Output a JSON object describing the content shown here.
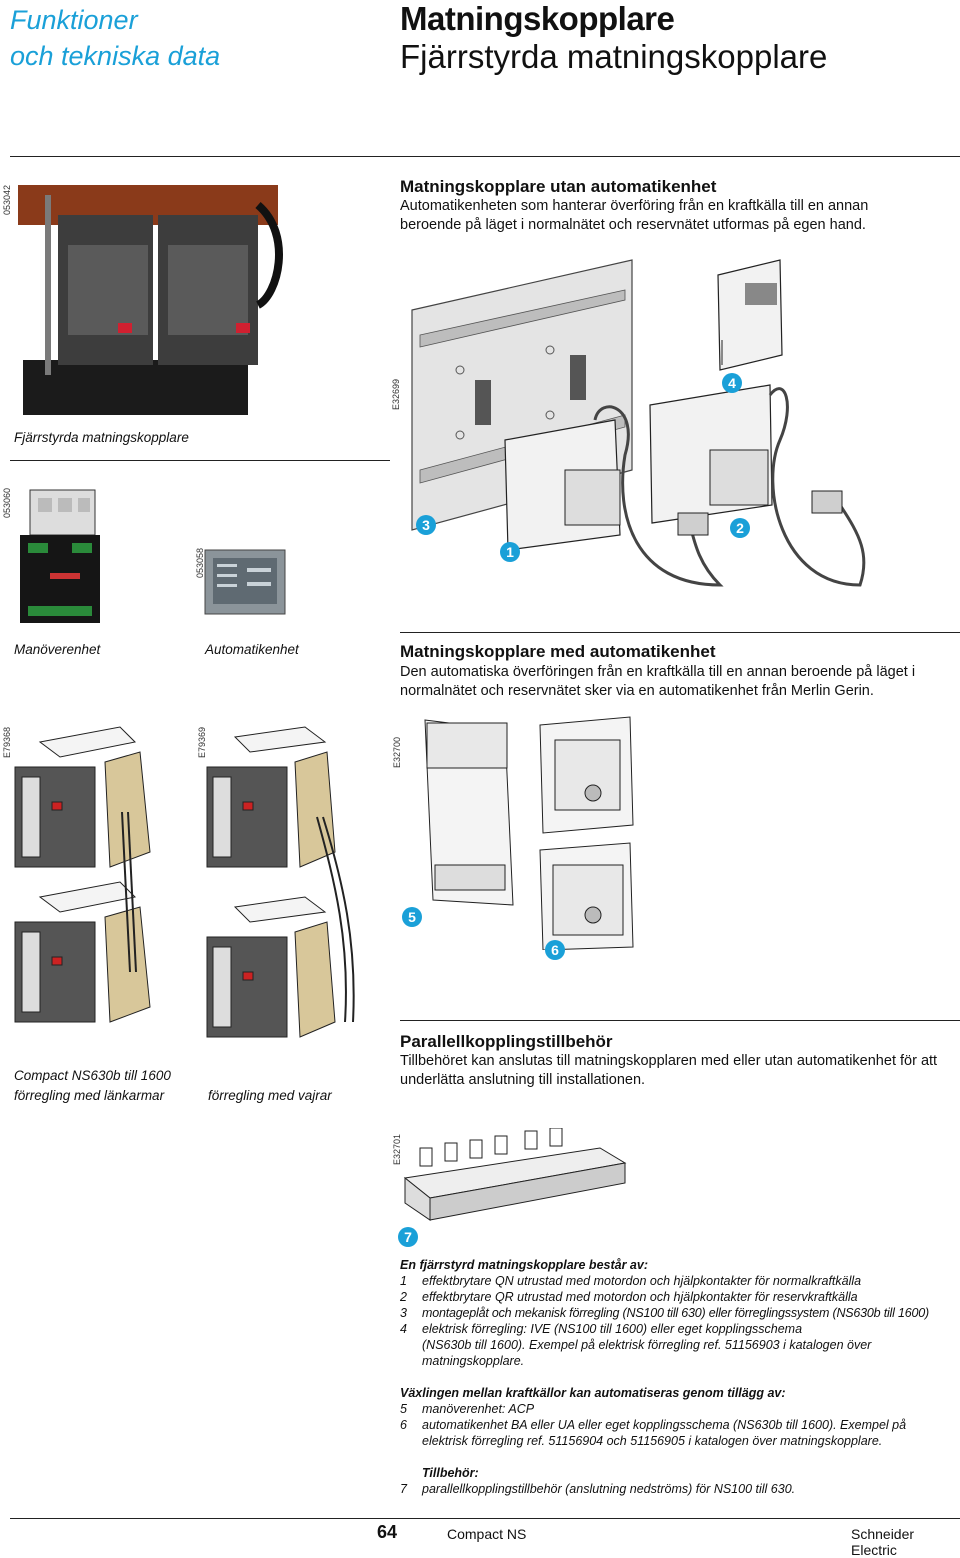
{
  "header": {
    "section_line1": "Funktioner",
    "section_line2": "och tekniska data",
    "title": "Matningskopplare",
    "subtitle": "Fjärrstyrda matningskopplare"
  },
  "figure_codes": [
    "053042",
    "E32699",
    "053060",
    "053058",
    "E79368",
    "E79369",
    "E32700",
    "E32701"
  ],
  "captions": {
    "fjarrstyrda": "Fjärrstyrda matningskopplare",
    "manoverenhet": "Manöverenhet",
    "automatikenhet": "Automatikenhet",
    "ns630b_line1": "Compact NS630b till 1600",
    "ns630b_line2": "förregling med länkarmar",
    "vajrar": "förregling med vajrar"
  },
  "sections": {
    "utan": {
      "heading": "Matningskopplare utan automatikenhet",
      "text": "Automatikenheten som hanterar överföring från en kraftkälla till en annan beroende på läget i normalnätet och reservnätet utformas på egen hand."
    },
    "med": {
      "heading": "Matningskopplare med automatikenhet",
      "text": "Den automatiska överföringen från en kraftkälla till en annan beroende på läget i normalnätet och reservnätet sker via en automatikenhet från Merlin Gerin."
    },
    "parallell": {
      "heading": "Parallellkopplingstillbehör",
      "text": "Tillbehöret kan anslutas till matningskopplaren med eller utan automatikenhet för att underlätta anslutning till installationen."
    }
  },
  "markers": [
    "1",
    "2",
    "3",
    "4",
    "5",
    "6",
    "7"
  ],
  "legend": {
    "heading1": "En fjärrstyrd matningskopplare består av:",
    "items1": [
      {
        "n": "1",
        "text": "effektbrytare QN utrustad med motordon och hjälpkontakter för normalkraftkälla"
      },
      {
        "n": "2",
        "text": "effektbrytare QR utrustad med motordon och hjälpkontakter för reservkraftkälla"
      },
      {
        "n": "3",
        "text": "montageplåt och mekanisk förregling (NS100 till 630) eller förreglingssystem (NS630b till 1600)"
      },
      {
        "n": "4",
        "text": "elektrisk förregling: IVE (NS100 till 1600) eller eget kopplingsschema"
      },
      {
        "n": "",
        "text": "(NS630b till 1600). Exempel på elektrisk förregling ref. 51156903 i katalogen över"
      },
      {
        "n": "",
        "text": "matningskopplare."
      }
    ],
    "heading2": "Växlingen mellan kraftkällor kan automatiseras genom tillägg av:",
    "items2": [
      {
        "n": "5",
        "text": "manöverenhet: ACP"
      },
      {
        "n": "6",
        "text": "automatikenhet BA eller UA eller eget kopplingsschema (NS630b till 1600). Exempel på"
      },
      {
        "n": "",
        "text": "elektrisk förregling ref. 51156904 och 51156905 i katalogen över matningskopplare."
      }
    ],
    "heading3": "Tillbehör:",
    "items3": [
      {
        "n": "7",
        "text": "parallellkopplingstillbehör  (anslutning nedströms) för NS100 till 630."
      }
    ]
  },
  "footer": {
    "page": "64",
    "product": "Compact NS",
    "brand": "Schneider Electric"
  },
  "colors": {
    "accent": "#1aa0d8",
    "text": "#111111"
  }
}
